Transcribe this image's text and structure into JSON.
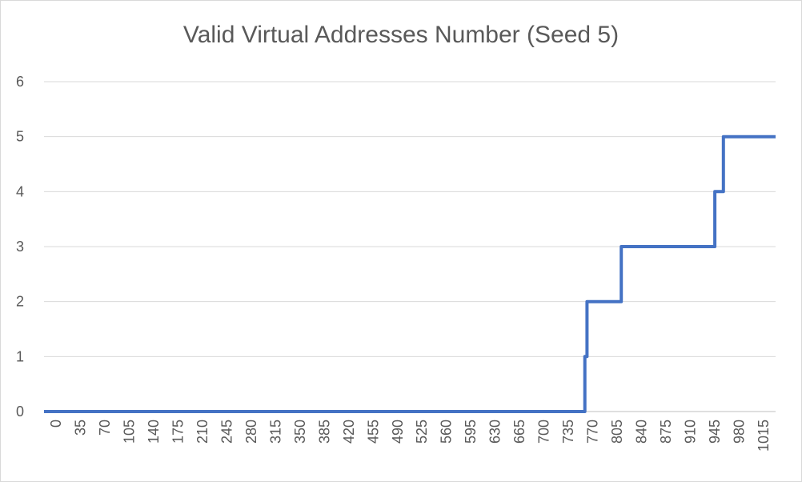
{
  "chart_data": {
    "type": "line",
    "title": "Valid Virtual Addresses Number (Seed 5)",
    "xlabel": "",
    "ylabel": "",
    "ylim": [
      0,
      6
    ],
    "yticks": [
      "0",
      "1",
      "2",
      "3",
      "4",
      "5",
      "6"
    ],
    "xlim": [
      0,
      1024
    ],
    "xticks": [
      "0",
      "35",
      "70",
      "105",
      "140",
      "175",
      "210",
      "245",
      "280",
      "315",
      "350",
      "385",
      "420",
      "455",
      "490",
      "525",
      "560",
      "595",
      "630",
      "665",
      "700",
      "735",
      "770",
      "805",
      "840",
      "875",
      "910",
      "945",
      "980",
      "1015"
    ],
    "grid": true,
    "legend": "none",
    "series": [
      {
        "color": "#4472c4",
        "x": [
          0,
          757,
          757,
          760,
          760,
          808,
          808,
          939,
          939,
          951,
          951,
          1024
        ],
        "y": [
          0,
          0,
          1,
          1,
          2,
          2,
          3,
          3,
          4,
          4,
          5,
          5
        ]
      }
    ]
  }
}
